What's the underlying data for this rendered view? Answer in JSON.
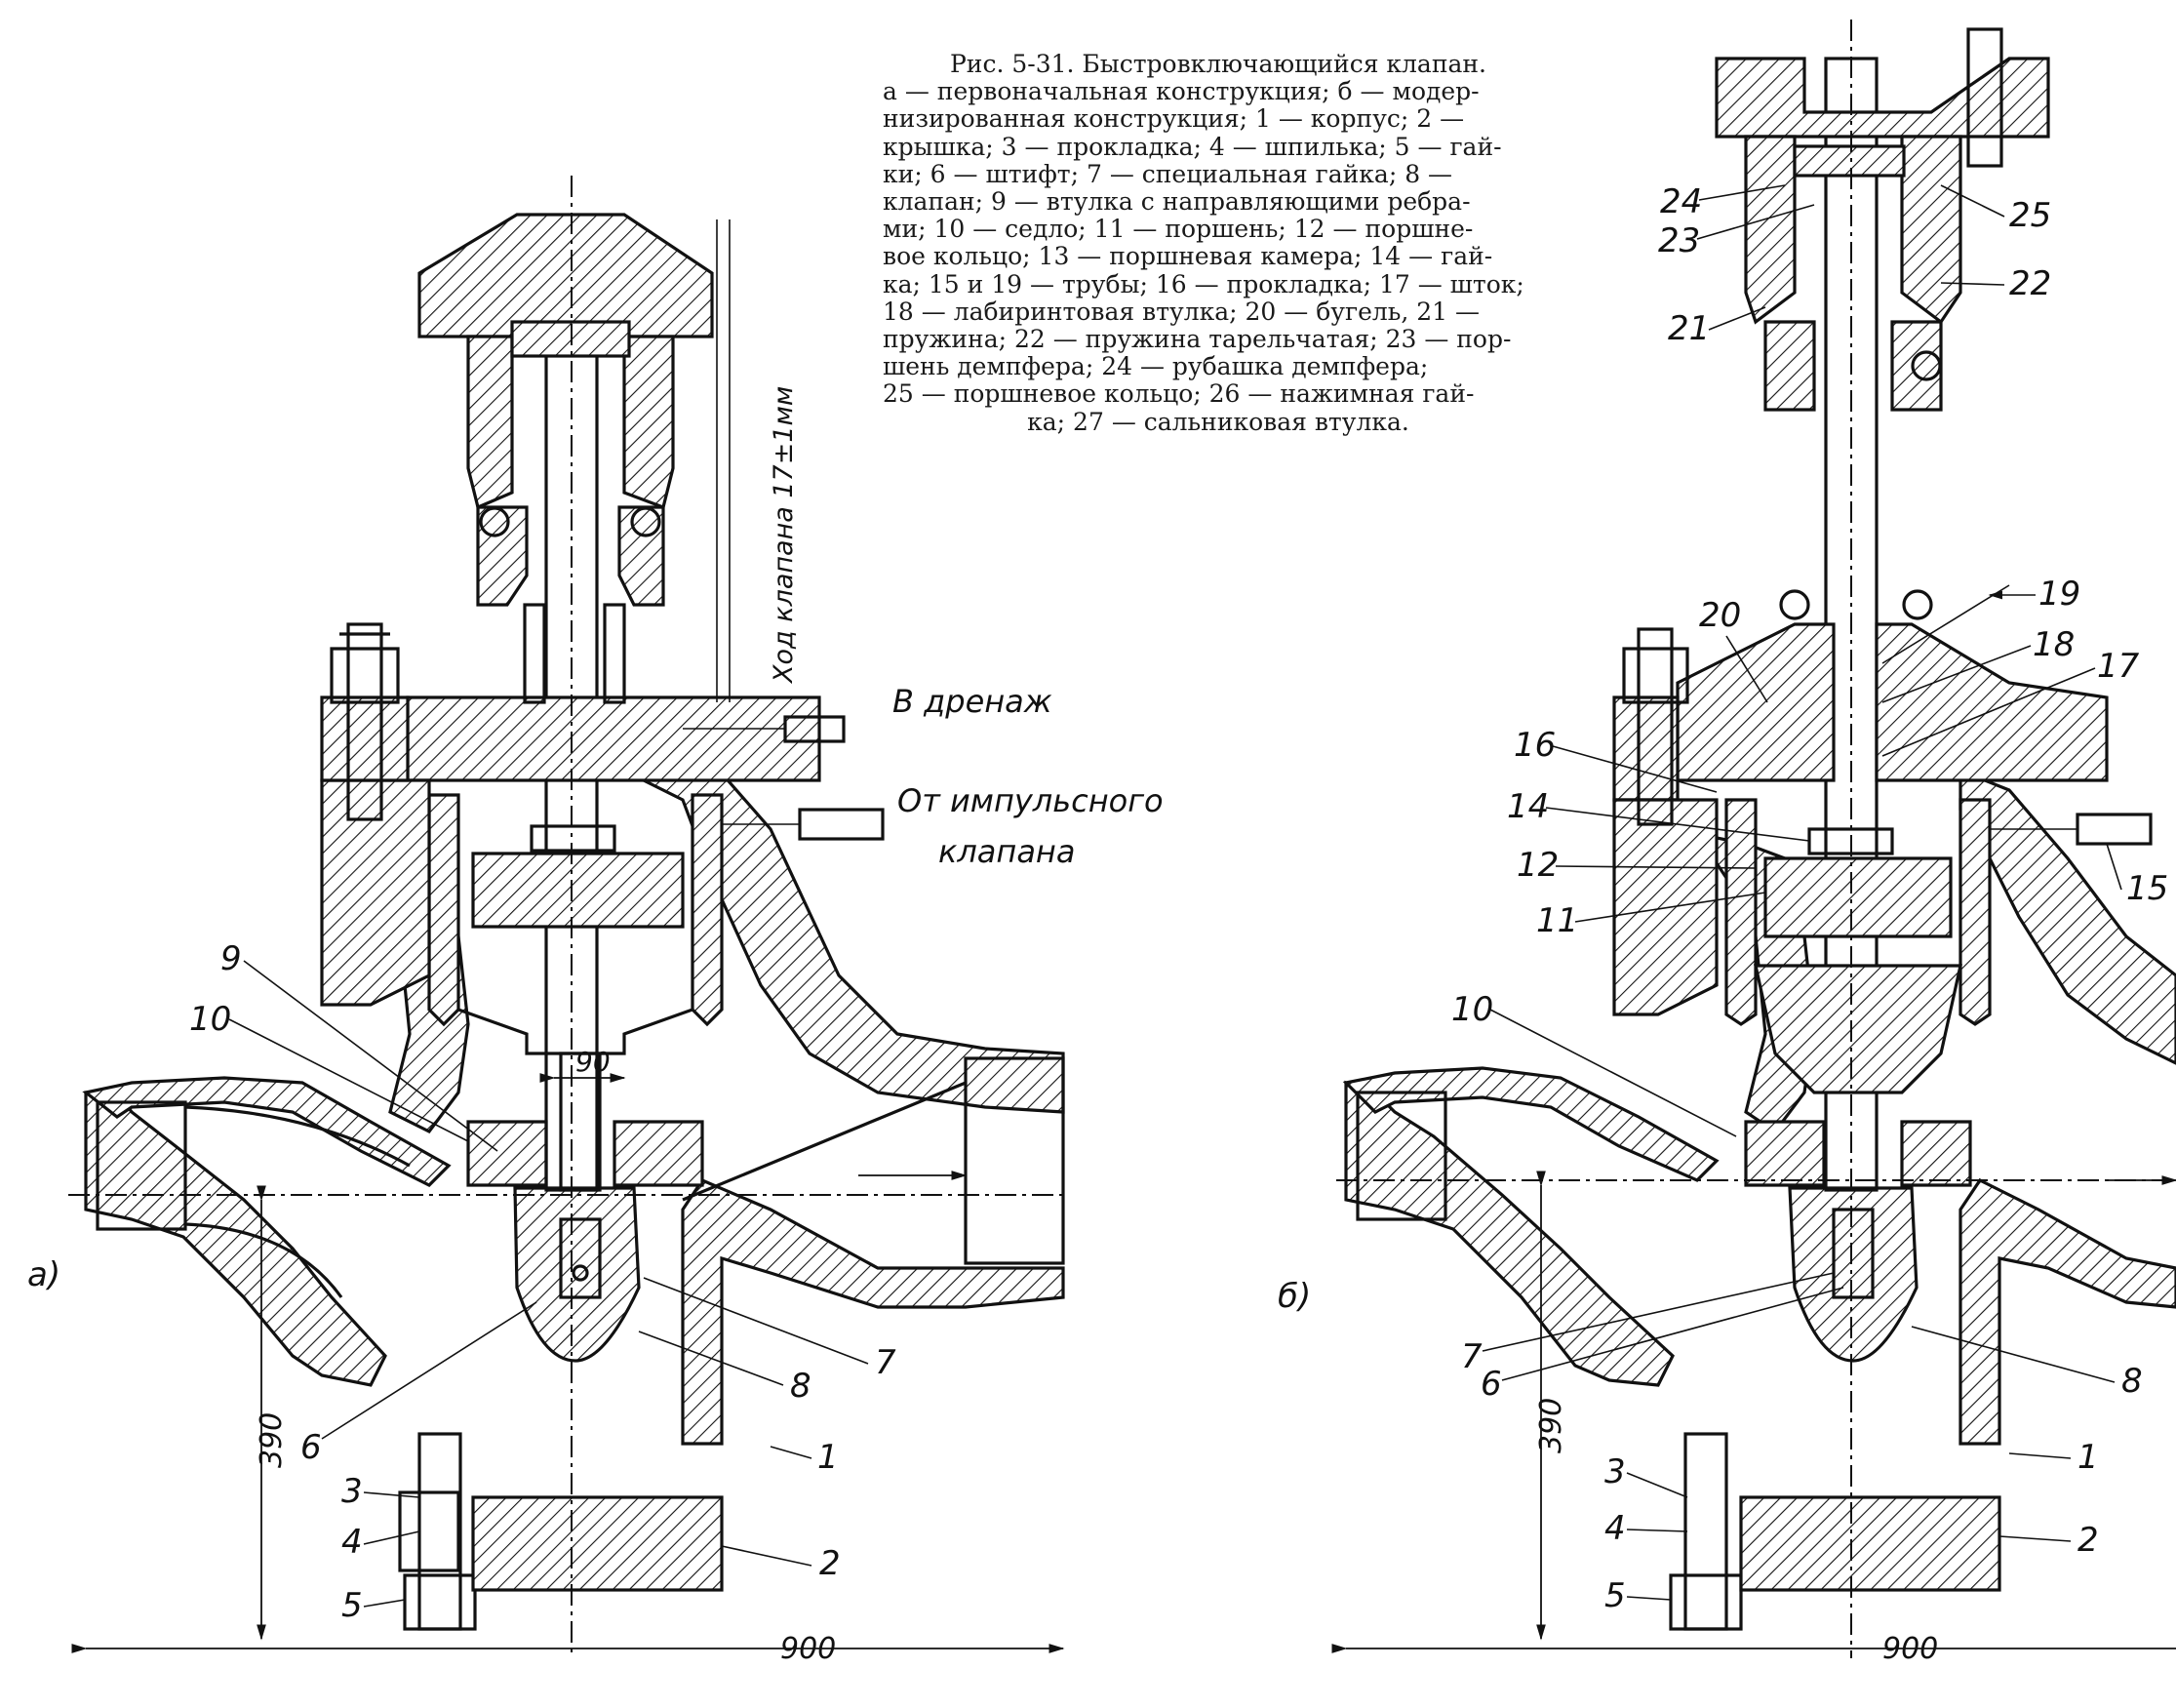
{
  "caption": {
    "title": "Рис. 5-31. Быстровключающийся клапан.",
    "lines": [
      "а — первоначальная конструкция; б — модер-",
      "низированная конструкция; 1 — корпус; 2 —",
      "крышка; 3 — прокладка; 4 — шпилька; 5 — гай-",
      "ки; 6 — штифт; 7 — специальная гайка; 8 —",
      "клапан; 9 — втулка с направляющими ребра-",
      "ми; 10 — седло; 11 — поршень; 12 — поршне-",
      "вое кольцо; 13 — поршневая камера; 14 — гай-",
      "ка; 15 и 19 — трубы; 16 — прокладка; 17 — шток;",
      "18 — лабиринтовая втулка; 20 — бугель, 21 —",
      "пружина; 22 — пружина тарельчатая; 23 — пор-",
      "шень демпфера; 24 — рубашка демпфера;",
      "25 — поршневое кольцо; 26 — нажимная гай-"
    ],
    "last_line": "ка; 27 — сальниковая втулка."
  },
  "view_a": {
    "label": "а)",
    "stroke_label": "Ход клапана 17±1мм",
    "drain_label": "В дренаж",
    "impulse_label_1": "От импульсного",
    "impulse_label_2": "клапана",
    "dim_90": "90",
    "dim_390": "390",
    "dim_900": "900",
    "parts": [
      "1",
      "2",
      "3",
      "4",
      "5",
      "6",
      "7",
      "8",
      "9",
      "10"
    ]
  },
  "view_b": {
    "label": "б)",
    "dim_390": "390",
    "dim_900": "900",
    "parts": [
      "1",
      "2",
      "3",
      "4",
      "5",
      "6",
      "7",
      "8",
      "10",
      "11",
      "12",
      "14",
      "15",
      "16",
      "17",
      "18",
      "19",
      "20",
      "21",
      "22",
      "23",
      "24",
      "25"
    ]
  }
}
